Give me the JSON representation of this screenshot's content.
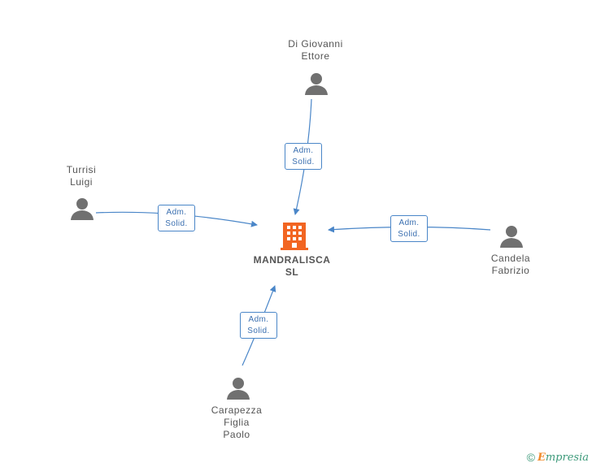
{
  "company": {
    "name_line1": "MANDRALISCA",
    "name_line2": "SL",
    "icon": "building-icon",
    "color": "#f26522"
  },
  "people": [
    {
      "key": "di-giovanni-ettore",
      "lines": [
        "Di Giovanni",
        "Ettore"
      ],
      "role_lines": [
        "Adm.",
        "Solid."
      ]
    },
    {
      "key": "turrisi-luigi",
      "lines": [
        "Turrisi",
        "Luigi"
      ],
      "role_lines": [
        "Adm.",
        "Solid."
      ]
    },
    {
      "key": "candela-fabrizio",
      "lines": [
        "Candela",
        "Fabrizio"
      ],
      "role_lines": [
        "Adm.",
        "Solid."
      ]
    },
    {
      "key": "carapezza-figlia-paolo",
      "lines": [
        "Carapezza",
        "Figlia",
        "Paolo"
      ],
      "role_lines": [
        "Adm.",
        "Solid."
      ]
    }
  ],
  "colors": {
    "edge": "#4a86c8",
    "person_icon": "#707070",
    "label_text": "#555555"
  },
  "footer": {
    "copyright_symbol": "©",
    "brand_initial": "E",
    "brand_rest": "mpresia"
  }
}
